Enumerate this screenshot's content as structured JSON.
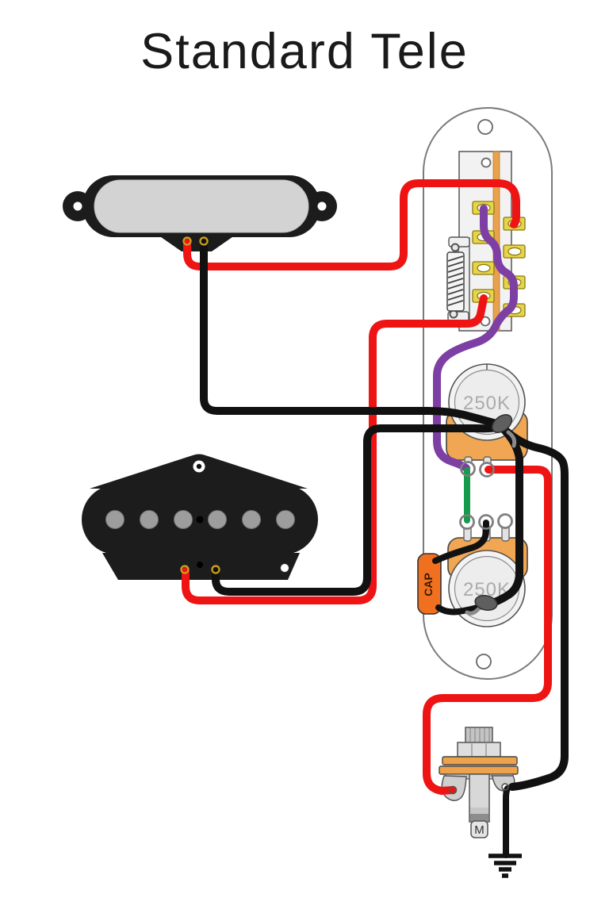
{
  "title": "Standard Tele",
  "labels": {
    "volume_pot": "250K",
    "tone_pot": "250K",
    "capacitor": "CAP",
    "jack_marking": "M"
  },
  "colors": {
    "wire_red": "#ee1414",
    "wire_black": "#111111",
    "wire_purple": "#7d3fa4",
    "wire_green": "#169b4d",
    "pot_base": "#f0a652",
    "cap_body": "#f0701f",
    "lug_yellow": "#e7d44b",
    "switch_stripe": "#e9a14e",
    "washer_orange": "#f0a24a",
    "pickup_black": "#1c1c1c",
    "pickup_cover": "#d3d3d3",
    "pole_gray": "#9d9d9d",
    "solder_gray": "#5f5f5f",
    "eyelet_gold": "#caa01e"
  },
  "components": {
    "neck_pickup": {
      "type": "neck single-coil with cover",
      "eyelets": 2
    },
    "bridge_pickup": {
      "type": "bridge single-coil with baseplate",
      "pole_pieces": 6,
      "eyelets": 2
    },
    "control_plate": {
      "screw_holes": 2
    },
    "selector_switch": {
      "type": "3-way lever switch",
      "left_lugs": 4,
      "right_lugs": 4,
      "spring": true
    },
    "volume_pot": {
      "value": "250K",
      "visible_lugs": 2
    },
    "tone_pot": {
      "value": "250K",
      "visible_lugs": 3
    },
    "capacitor": {
      "label": "CAP"
    },
    "output_jack": {
      "marking": "M",
      "washers": 2
    },
    "ground_symbol": {
      "bars": 4
    }
  },
  "wires": [
    {
      "name": "neck-hot",
      "color": "red",
      "from": "neck pickup left eyelet",
      "to": "switch right lug 1"
    },
    {
      "name": "neck-ground",
      "color": "black",
      "from": "neck pickup right eyelet",
      "to": "volume pot casing solder joint"
    },
    {
      "name": "bridge-hot",
      "color": "red",
      "from": "bridge pickup left eyelet",
      "to": "switch left lug 4"
    },
    {
      "name": "bridge-ground",
      "color": "black",
      "from": "bridge pickup right eyelet",
      "to": "volume pot casing solder joint"
    },
    {
      "name": "switch-output",
      "color": "purple",
      "from": "switch left lug 1 via right lug 4",
      "to": "volume pot left lug"
    },
    {
      "name": "volume-to-tone",
      "color": "green",
      "from": "volume pot left lug",
      "to": "tone pot left lug"
    },
    {
      "name": "output-hot",
      "color": "red",
      "from": "volume pot middle lug",
      "to": "output jack tip lug"
    },
    {
      "name": "casing-to-casing",
      "color": "black",
      "from": "volume pot casing",
      "to": "tone pot casing solder joint"
    },
    {
      "name": "jack-ground",
      "color": "black",
      "from": "volume pot casing",
      "to": "output jack sleeve lug"
    },
    {
      "name": "tone-lug-to-cap",
      "color": "black",
      "from": "tone pot middle lug",
      "to": "capacitor top"
    },
    {
      "name": "cap-to-casing",
      "color": "black",
      "from": "capacitor bottom",
      "to": "tone pot casing solder joint"
    },
    {
      "name": "ground-lead",
      "color": "black",
      "from": "output jack sleeve lug",
      "to": "ground symbol"
    }
  ]
}
